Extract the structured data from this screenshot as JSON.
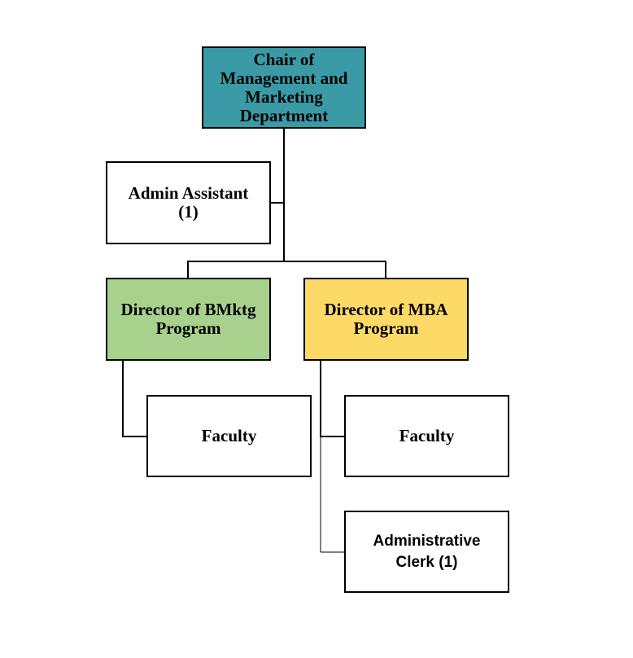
{
  "colors": {
    "chair_fill": "#3a9ba6",
    "bmktg_director_fill": "#a8d18d",
    "mba_director_fill": "#fdd966",
    "default_fill": "#ffffff",
    "border": "#000000",
    "connector": "#000000"
  },
  "nodes": {
    "chair": {
      "label": "Chair of\nManagement and\nMarketing\nDepartment"
    },
    "admin_assistant": {
      "label": "Admin Assistant\n(1)"
    },
    "director_bmktg": {
      "label": "Director of BMktg\nProgram"
    },
    "director_mba": {
      "label": "Director of MBA\nProgram"
    },
    "faculty_bmktg": {
      "label": "Faculty"
    },
    "faculty_mba": {
      "label": "Faculty"
    },
    "administrative_clerk": {
      "label": "Administrative\nClerk (1)"
    }
  },
  "edges": [
    {
      "from": "chair",
      "to": "admin_assistant"
    },
    {
      "from": "chair",
      "to": "director_bmktg"
    },
    {
      "from": "chair",
      "to": "director_mba"
    },
    {
      "from": "director_bmktg",
      "to": "faculty_bmktg"
    },
    {
      "from": "director_mba",
      "to": "faculty_mba"
    },
    {
      "from": "director_mba",
      "to": "administrative_clerk"
    }
  ]
}
